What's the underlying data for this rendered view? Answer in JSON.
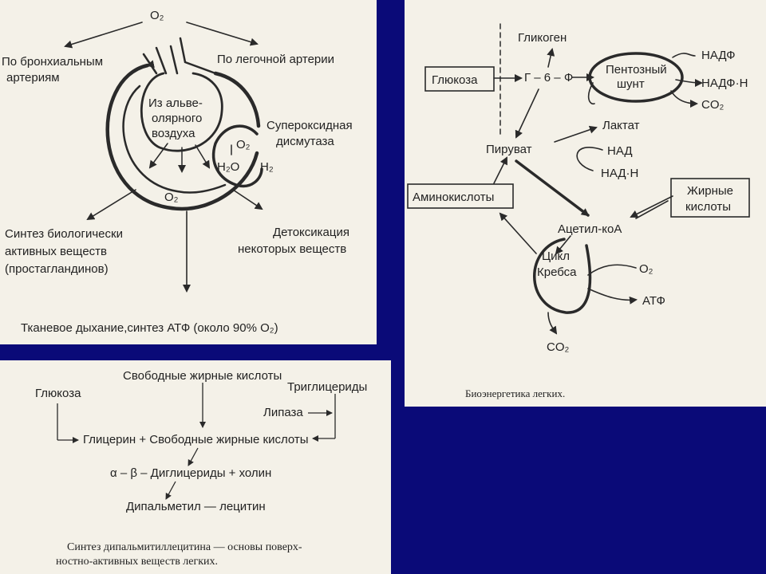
{
  "colors": {
    "background": "#0a0a78",
    "panel": "#f4f1e8",
    "ink": "#2a2a2a"
  },
  "resp": {
    "o2_top": "O₂",
    "bronchial_1": "По бронхиальным",
    "bronchial_2": "артериям",
    "pulmonary": "По легочной артерии",
    "alv_1": "Из альве-",
    "alv_2": "олярного",
    "alv_3": "воздуха",
    "sod_1": "Супероксидная",
    "sod_2": "дисмутаза",
    "sod_o2": "O₂",
    "h2o": "H₂O",
    "h2": "H₂",
    "o2_mid": "O₂",
    "synth_1": "Синтез биологически",
    "synth_2": "активных веществ",
    "synth_3": "(простагландинов)",
    "detox_1": "Детоксикация",
    "detox_2": "некоторых веществ",
    "bottom": "Тканевое дыхание,синтез АТФ (около 90% O₂)"
  },
  "energy": {
    "glycogen": "Гликоген",
    "nadp": "НАДФ",
    "glucose": "Глюкоза",
    "g6p": "Г – 6 – Ф",
    "pent_1": "Пентозный",
    "pent_2": "шунт",
    "nadph": "НАДФ·Н",
    "co2_top": "CO₂",
    "lactate": "Лактат",
    "pyruvate": "Пируват",
    "nad": "НАД",
    "nadh": "НАД·Н",
    "amino": "Аминокислоты",
    "fatty_1": "Жирные",
    "fatty_2": "кислоты",
    "acetyl": "Ацетил-коА",
    "krebs_1": "Цикл",
    "krebs_2": "Кребса",
    "o2": "O₂",
    "atp": "АТФ",
    "co2_bottom": "CO₂",
    "caption": "Биоэнергетика легких."
  },
  "lecithin": {
    "ffa": "Свободные жирные кислоты",
    "glucose": "Глюкоза",
    "tg": "Триглицериды",
    "lipase": "Липаза",
    "glycerol": "Глицерин + Свободные жирные кислоты",
    "diglyc": "α – β – Диглицериды + холин",
    "dipalm": "Дипальметил — лецитин",
    "caption_1": "Синтез  дипальмитиллецитина — основы  поверх-",
    "caption_2": "ностно-активных веществ легких."
  }
}
